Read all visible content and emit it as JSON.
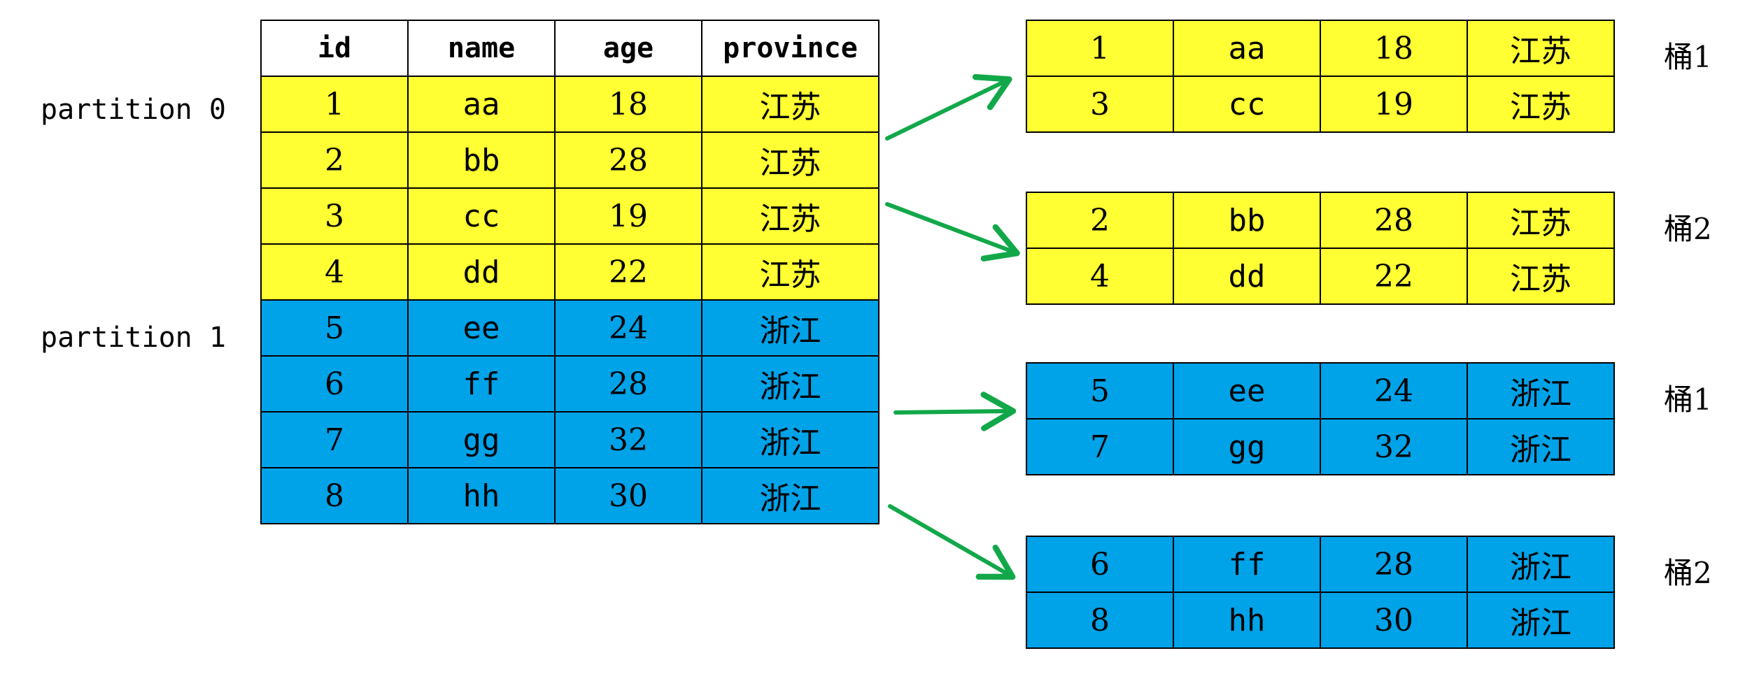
{
  "main_table": {
    "headers": [
      "id",
      "name",
      "age",
      "province"
    ],
    "rows": [
      {
        "id": "1",
        "name": "aa",
        "age": "18",
        "province": "江苏"
      },
      {
        "id": "2",
        "name": "bb",
        "age": "28",
        "province": "江苏"
      },
      {
        "id": "3",
        "name": "cc",
        "age": "19",
        "province": "江苏"
      },
      {
        "id": "4",
        "name": "dd",
        "age": "22",
        "province": "江苏"
      },
      {
        "id": "5",
        "name": "ee",
        "age": "24",
        "province": "浙江"
      },
      {
        "id": "6",
        "name": "ff",
        "age": "28",
        "province": "浙江"
      },
      {
        "id": "7",
        "name": "gg",
        "age": "32",
        "province": "浙江"
      },
      {
        "id": "8",
        "name": "hh",
        "age": "30",
        "province": "浙江"
      }
    ]
  },
  "partitions": [
    "partition 0",
    "partition 1"
  ],
  "buckets": [
    {
      "label": "桶1",
      "rows": [
        {
          "id": "1",
          "name": "aa",
          "age": "18",
          "province": "江苏"
        },
        {
          "id": "3",
          "name": "cc",
          "age": "19",
          "province": "江苏"
        }
      ]
    },
    {
      "label": "桶2",
      "rows": [
        {
          "id": "2",
          "name": "bb",
          "age": "28",
          "province": "江苏"
        },
        {
          "id": "4",
          "name": "dd",
          "age": "22",
          "province": "江苏"
        }
      ]
    },
    {
      "label": "桶1",
      "rows": [
        {
          "id": "5",
          "name": "ee",
          "age": "24",
          "province": "浙江"
        },
        {
          "id": "7",
          "name": "gg",
          "age": "32",
          "province": "浙江"
        }
      ]
    },
    {
      "label": "桶2",
      "rows": [
        {
          "id": "6",
          "name": "ff",
          "age": "28",
          "province": "浙江"
        },
        {
          "id": "8",
          "name": "hh",
          "age": "30",
          "province": "浙江"
        }
      ]
    }
  ],
  "colors": {
    "partition_0_fill": "#ffff33",
    "partition_1_fill": "#00a2e8",
    "arrow": "#12a84a",
    "border": "#000000"
  }
}
